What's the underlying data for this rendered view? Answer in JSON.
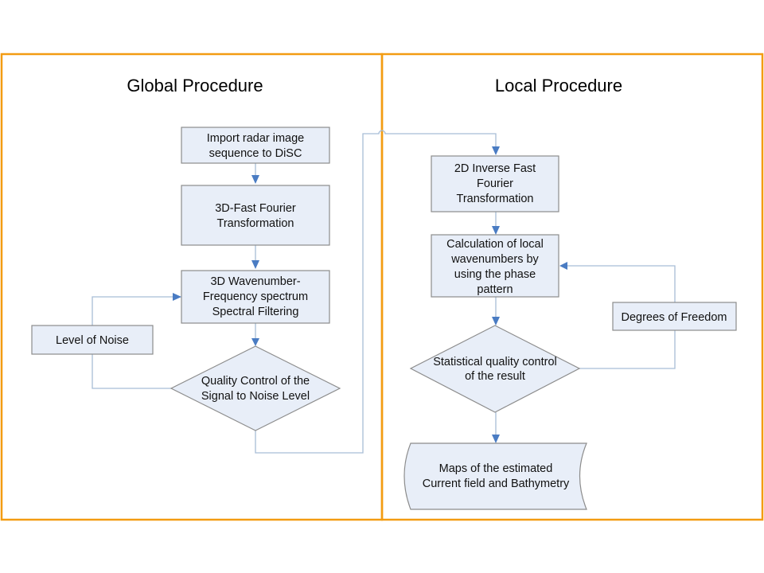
{
  "panels": {
    "global": {
      "title": "Global Procedure"
    },
    "local": {
      "title": "Local Procedure"
    }
  },
  "global_nodes": {
    "import": [
      "Import radar image",
      "sequence to DiSC"
    ],
    "fft3d": [
      "3D-Fast Fourier",
      "Transformation"
    ],
    "spectrum": [
      "3D Wavenumber-",
      "Frequency spectrum",
      "Spectral Filtering"
    ],
    "noise": [
      "Level of Noise"
    ],
    "quality": [
      "Quality Control of the",
      "Signal to Noise Level"
    ]
  },
  "local_nodes": {
    "ifft2d": [
      "2D Inverse Fast",
      "Fourier",
      "Transformation"
    ],
    "calc": [
      "Calculation of local",
      "wavenumbers by",
      "using the phase",
      "pattern"
    ],
    "dof": [
      "Degrees of Freedom"
    ],
    "stat": [
      "Statistical quality control",
      "of the result"
    ],
    "maps": [
      "Maps of the estimated",
      "Current field and Bathymetry"
    ]
  },
  "colors": {
    "panel_border": "#f39c12",
    "node_fill": "#e8eef8",
    "connector": "#a8bdd6",
    "arrow": "#4a7cc3"
  }
}
